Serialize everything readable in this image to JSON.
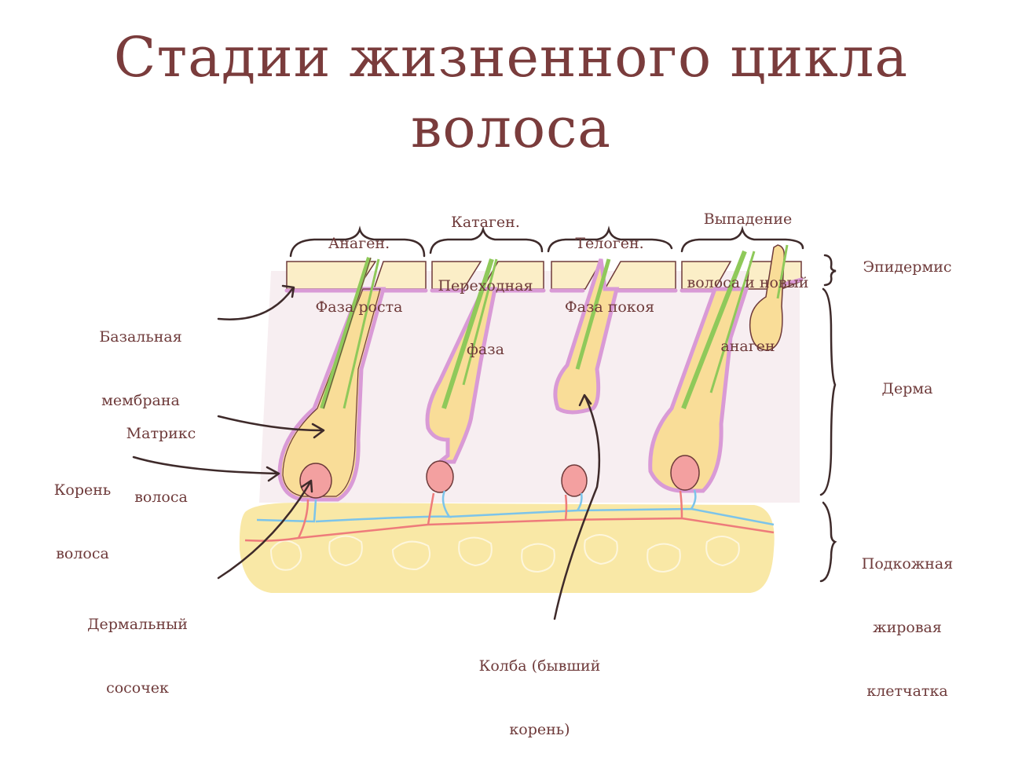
{
  "title": {
    "line1": "Стадии жизненного цикла",
    "line2": "волоса"
  },
  "stages": [
    {
      "line1": "Анаген.",
      "line2": "Фаза роста",
      "line3": ""
    },
    {
      "line1": "Катаген.",
      "line2": "Переходная",
      "line3": "фаза"
    },
    {
      "line1": "Телоген.",
      "line2": "Фаза покоя",
      "line3": ""
    },
    {
      "line1": "Выпадение",
      "line2": "волоса и новый",
      "line3": "анаген"
    }
  ],
  "layers": {
    "epidermis": "Эпидермис",
    "dermis": "Дерма",
    "subcutis_line1": "Подкожная",
    "subcutis_line2": "жировая",
    "subcutis_line3": "клетчатка"
  },
  "parts": {
    "basal_line1": "Базальная",
    "basal_line2": "мембрана",
    "matrix_line1": "Матрикс",
    "matrix_line2": "волоса",
    "root_line1": "Корень",
    "root_line2": "волоса",
    "papilla_line1": "Дермальный",
    "papilla_line2": "сосочек",
    "club_line1": "Колба (бывший",
    "club_line2": "корень)"
  },
  "colors": {
    "title": "#7a3c3c",
    "text": "#6e3a3a",
    "skin": "#fbeec7",
    "follicle": "#f9dd98",
    "basal": "#d99ad6",
    "hair_shaft": "#8fc95a",
    "papilla": "#f3a0a0",
    "fat": "#f9e8a6",
    "vein": "#7cc4ea",
    "artery": "#ee7b7b",
    "dermis_bg": "#f7eef1",
    "arrow": "#3e2a2a"
  }
}
